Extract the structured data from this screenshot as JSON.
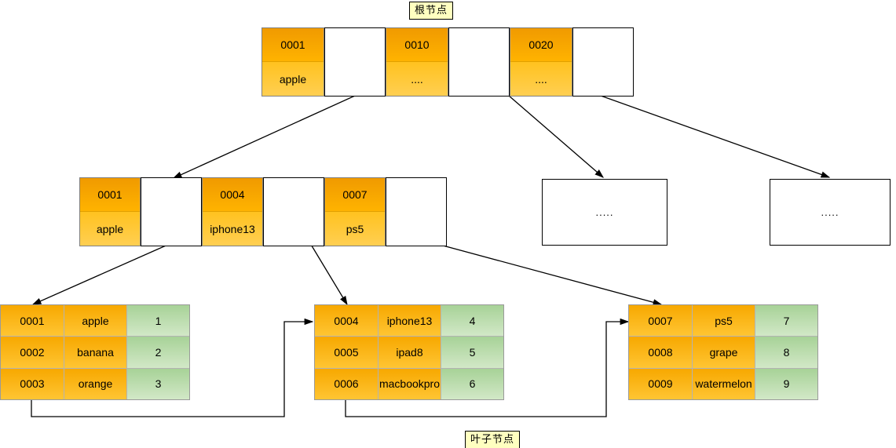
{
  "captions": {
    "root": "根节点",
    "leaf": "叶子节点"
  },
  "colors": {
    "key_orange_top": "#f09a00",
    "key_orange_bottom": "#ffcc4d",
    "value_green_top": "#a7d297",
    "value_green_bottom": "#d2e8c7",
    "caption_bg": "#ffffc0",
    "line": "#000000",
    "pointer_bg": "#ffffff"
  },
  "root_node": {
    "entries": [
      {
        "key": "0001",
        "name": "apple"
      },
      {
        "key": "0010",
        "name": "...."
      },
      {
        "key": "0020",
        "name": "...."
      }
    ]
  },
  "internal_node": {
    "entries": [
      {
        "key": "0001",
        "name": "apple"
      },
      {
        "key": "0004",
        "name": "iphone13"
      },
      {
        "key": "0007",
        "name": "ps5"
      }
    ]
  },
  "internal_placeholders": [
    {
      "text": "....."
    },
    {
      "text": "....."
    }
  ],
  "leaves": [
    {
      "rows": [
        {
          "key": "0001",
          "name": "apple",
          "value": "1"
        },
        {
          "key": "0002",
          "name": "banana",
          "value": "2"
        },
        {
          "key": "0003",
          "name": "orange",
          "value": "3"
        }
      ]
    },
    {
      "rows": [
        {
          "key": "0004",
          "name": "iphone13",
          "value": "4"
        },
        {
          "key": "0005",
          "name": "ipad8",
          "value": "5"
        },
        {
          "key": "0006",
          "name": "macbookpro",
          "value": "6"
        }
      ]
    },
    {
      "rows": [
        {
          "key": "0007",
          "name": "ps5",
          "value": "7"
        },
        {
          "key": "0008",
          "name": "grape",
          "value": "8"
        },
        {
          "key": "0009",
          "name": "watermelon",
          "value": "9"
        }
      ]
    }
  ]
}
